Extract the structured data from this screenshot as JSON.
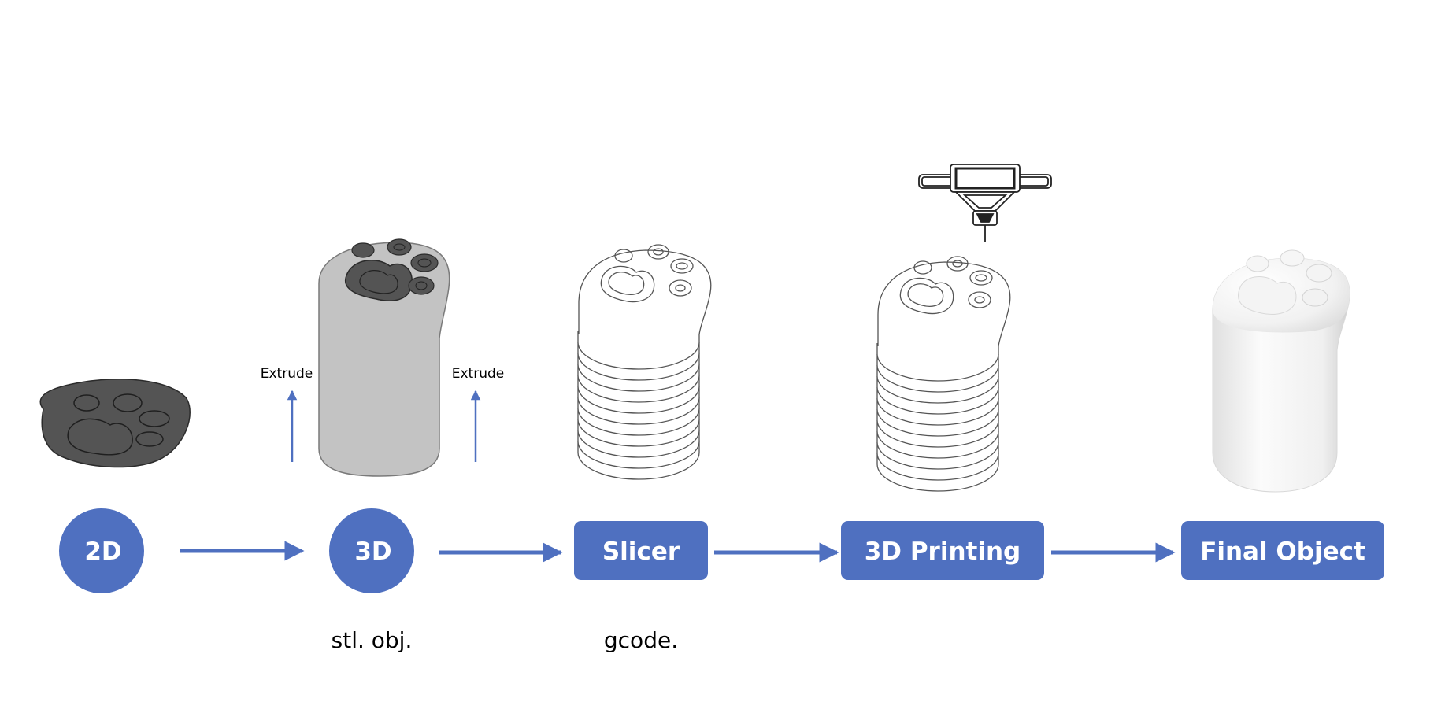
{
  "steps": [
    {
      "label": "2D",
      "caption": ""
    },
    {
      "label": "3D",
      "caption": "stl. obj."
    },
    {
      "label": "Slicer",
      "caption": "gcode."
    },
    {
      "label": "3D Printing",
      "caption": ""
    },
    {
      "label": "Final Object",
      "caption": ""
    }
  ],
  "extrude_label": "Extrude",
  "colors": {
    "accent": "#4f70c0",
    "paw_dark": "#545454",
    "model_gray": "#c3c3c3",
    "outline": "#6a6a6a"
  },
  "icons": [
    "paw-2d-icon",
    "paw-3d-model-icon",
    "sliced-paw-icon",
    "print-head-icon",
    "final-object-icon"
  ]
}
